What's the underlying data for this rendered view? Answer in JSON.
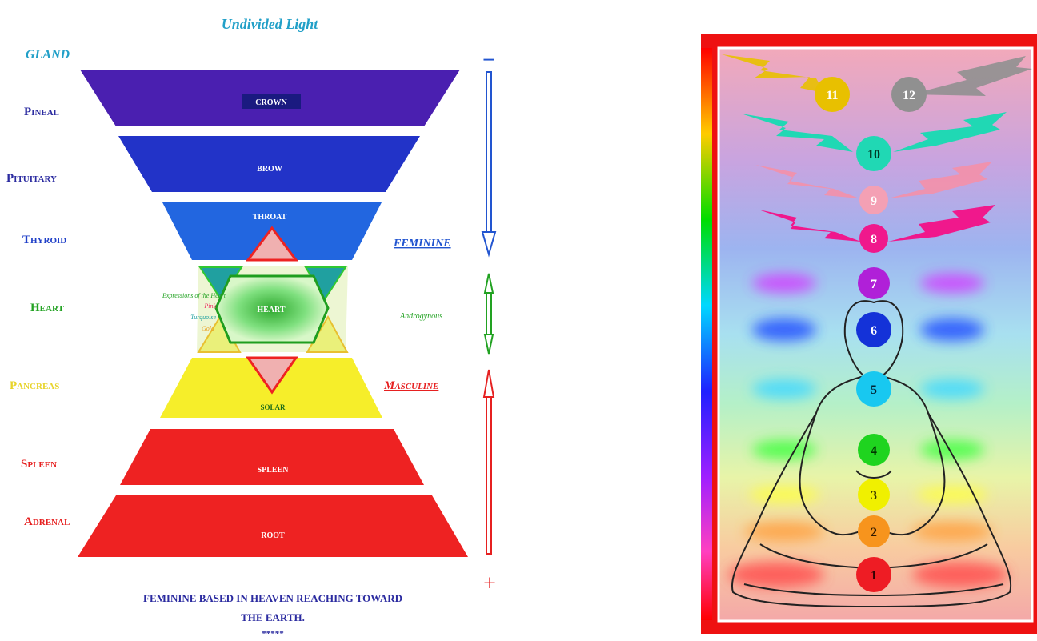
{
  "left": {
    "top_title": "Undivided Light",
    "column_header": "GLAND",
    "glands": [
      {
        "label": "Pineal",
        "color": "#2b2ba0"
      },
      {
        "label": "Pituitary",
        "color": "#2b2ba0"
      },
      {
        "label": "Thyroid",
        "color": "#1f3fc8"
      },
      {
        "label": "Heart",
        "color": "#22a222"
      },
      {
        "label": "Pancreas",
        "color": "#e8d42a"
      },
      {
        "label": "Spleen",
        "color": "#e62020"
      },
      {
        "label": "Adrenal",
        "color": "#e62020"
      }
    ],
    "bands": [
      {
        "label": "CROWN",
        "color": "#4a1fb0"
      },
      {
        "label": "BROW",
        "color": "#2233c8"
      },
      {
        "label": "THROAT",
        "color": "#2266e0"
      },
      {
        "label": "HEART",
        "color": "#3fc83f"
      },
      {
        "label": "SOLAR",
        "color": "#f6ee2a"
      },
      {
        "label": "SPLEEN",
        "color": "#ee2222"
      },
      {
        "label": "ROOT",
        "color": "#ee2222"
      }
    ],
    "heart_notes": [
      "Expressions of the Heart",
      "Pink",
      "Turquoise",
      "Gold"
    ],
    "polarity": {
      "feminine": "FEMININE",
      "androgynous": "Androgynous",
      "masculine": "Masculine",
      "minus": "−",
      "plus": "+"
    },
    "footer": {
      "line1": "FEMININE BASED IN HEAVEN REACHING TOWARD",
      "line2": "THE EARTH.",
      "line3": "*****"
    },
    "colors": {
      "title": "#22a0c8",
      "feminine": "#2255d0",
      "masculine": "#e62020",
      "andro": "#22a222",
      "footer": "#2b2ba0"
    }
  },
  "right": {
    "chakras": [
      {
        "num": "1",
        "color": "#ee1c24",
        "aura": "#ff5050"
      },
      {
        "num": "2",
        "color": "#f7941d",
        "aura": "#ffa040"
      },
      {
        "num": "3",
        "color": "#f0f000",
        "aura": "#ffff40"
      },
      {
        "num": "4",
        "color": "#1fd41f",
        "aura": "#40ff40"
      },
      {
        "num": "5",
        "color": "#18c8f0",
        "aura": "#40d8ff"
      },
      {
        "num": "6",
        "color": "#1432d8",
        "aura": "#2050ff"
      },
      {
        "num": "7",
        "color": "#b020d8",
        "aura": "#d040ff"
      },
      {
        "num": "8",
        "color": "#f0188c",
        "aura": "#ff2090"
      },
      {
        "num": "9",
        "color": "#f4a0b4",
        "aura": "#ff90a8"
      },
      {
        "num": "10",
        "color": "#20d8b4",
        "aura": "#30e0c0"
      },
      {
        "num": "11",
        "color": "#e8c000",
        "aura": "#e8c000"
      },
      {
        "num": "12",
        "color": "#909090",
        "aura": "#909090"
      }
    ]
  }
}
